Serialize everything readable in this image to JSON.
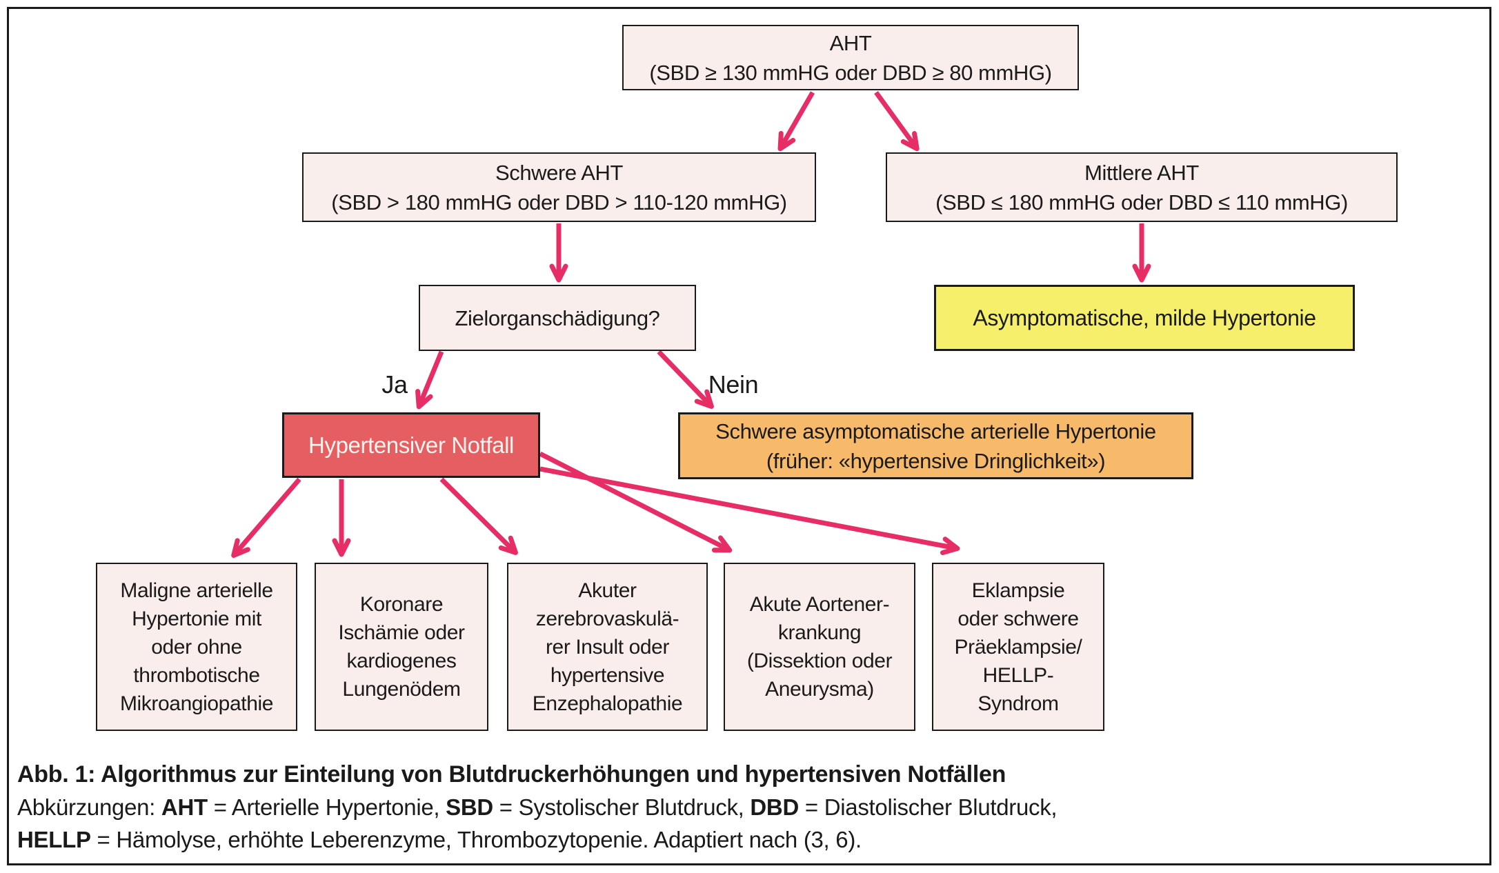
{
  "figure": {
    "caption_title": "Abb. 1: Algorithmus zur Einteilung von Blutdruckerhöhungen und hypertensiven Notfällen",
    "caption_line2": [
      {
        "t": "Abkürzungen: ",
        "b": false
      },
      {
        "t": "AHT",
        "b": true
      },
      {
        "t": " = Arterielle Hypertonie, ",
        "b": false
      },
      {
        "t": "SBD",
        "b": true
      },
      {
        "t": " = Systolischer Blutdruck, ",
        "b": false
      },
      {
        "t": "DBD",
        "b": true
      },
      {
        "t": " = Diastolischer Blutdruck,",
        "b": false
      }
    ],
    "caption_line3": [
      {
        "t": "HELLP",
        "b": true
      },
      {
        "t": " = Hämolyse, erhöhte Leberenzyme, Thrombozytopenie. Adaptiert nach (3, 6).",
        "b": false
      }
    ]
  },
  "nodes": {
    "aht": {
      "line1": "AHT",
      "line2": "(SBD ≥ 130 mmHG oder DBD ≥ 80 mmHG)"
    },
    "schwere": {
      "line1": "Schwere AHT",
      "line2": "(SBD > 180 mmHG oder DBD > 110-120 mmHG)"
    },
    "mittlere": {
      "line1": "Mittlere AHT",
      "line2": "(SBD ≤ 180 mmHG oder DBD ≤ 110 mmHG)"
    },
    "ziel": {
      "line1": "Zielorganschädigung?"
    },
    "mild": {
      "line1": "Asymptomatische, milde Hypertonie"
    },
    "notfall": {
      "line1": "Hypertensiver Notfall"
    },
    "dringlichkeit": {
      "line1": "Schwere asymptomatische arterielle Hypertonie",
      "line2": "(früher: «hypertensive Dringlichkeit»)"
    },
    "maligne": {
      "lines": [
        "Maligne arterielle",
        "Hypertonie mit",
        "oder ohne",
        "thrombotische",
        "Mikroangiopathie"
      ]
    },
    "koronar": {
      "lines": [
        "Koronare",
        "Ischämie oder",
        "kardiogenes",
        "Lungenödem"
      ]
    },
    "insult": {
      "lines": [
        "Akuter",
        "zerebrovaskulä-",
        "rer Insult oder",
        "hypertensive",
        "Enzephalopathie"
      ]
    },
    "aorta": {
      "lines": [
        "Akute Aortener-",
        "krankung",
        "(Dissektion oder",
        "Aneurysma)"
      ]
    },
    "eklampsie": {
      "lines": [
        "Eklampsie",
        "oder schwere",
        "Präeklampsie/",
        "HELLP-",
        "Syndrom"
      ]
    }
  },
  "edge_labels": {
    "yes": "Ja",
    "no": "Nein"
  },
  "colors": {
    "arrow": "#e72d66",
    "box_fill": "#faeeed",
    "box_border": "#1a1a1a",
    "red_fill": "#e55e62",
    "red_text": "#fdf4ef",
    "orange_fill": "#f7ba6b",
    "yellow_fill": "#f5ef6c",
    "text": "#1a1a1a"
  }
}
